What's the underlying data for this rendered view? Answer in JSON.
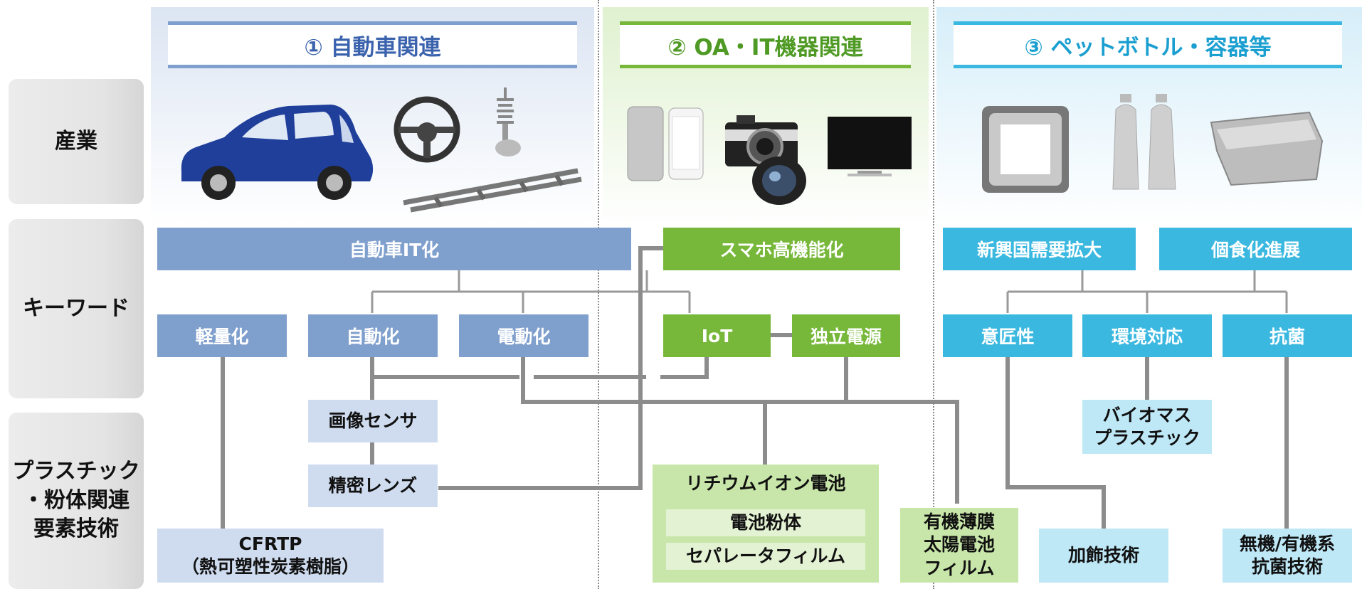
{
  "row_labels": {
    "industry": "産業",
    "keyword": "キーワード",
    "tech": "プラスチック\n・粉体関連\n要素技術"
  },
  "columns": [
    {
      "title": "① 自動車関連",
      "color": "#3b63ad"
    },
    {
      "title": "② OA・IT機器関連",
      "color": "#4f9a24"
    },
    {
      "title": "③ ペットボトル・容器等",
      "color": "#1a9fd0"
    }
  ],
  "keywords": {
    "auto_it": "自動車IT化",
    "smartphone": "スマホ高機能化",
    "emerging": "新興国需要拡大",
    "individual": "個食化進展",
    "lightweight": "軽量化",
    "automation": "自動化",
    "electrification": "電動化",
    "iot": "IoT",
    "independent_power": "独立電源",
    "design": "意匠性",
    "environment": "環境対応",
    "antibacterial": "抗菌"
  },
  "technologies": {
    "image_sensor": "画像センサ",
    "precision_lens": "精密レンズ",
    "cfrtp": "CFRTP\n（熱可塑性炭素樹脂）",
    "li_battery": "リチウムイオン電池",
    "battery_powder": "電池粉体",
    "separator_film": "セパレータフィルム",
    "organic_solar": "有機薄膜\n太陽電池\nフィルム",
    "biomass": "バイオマス\nプラスチック",
    "decoration": "加飾技術",
    "antibacterial_tech": "無機/有機系\n抗菌技術"
  },
  "colors": {
    "auto_keyword": "#7f9fcd",
    "oa_keyword": "#77b83a",
    "pet_keyword": "#3bb8e0",
    "auto_tech": "#cfdcef",
    "oa_tech": "#c8e6a9",
    "pet_tech": "#bfe8f7",
    "connector": "#8c8c8c"
  },
  "icons": [
    "car-image",
    "steering-wheel-image",
    "suspension-image",
    "chassis-frame-image",
    "smartphone-image",
    "camera-image",
    "camera-lens-image",
    "television-image",
    "tray-image",
    "pet-bottle-image",
    "food-container-image"
  ]
}
